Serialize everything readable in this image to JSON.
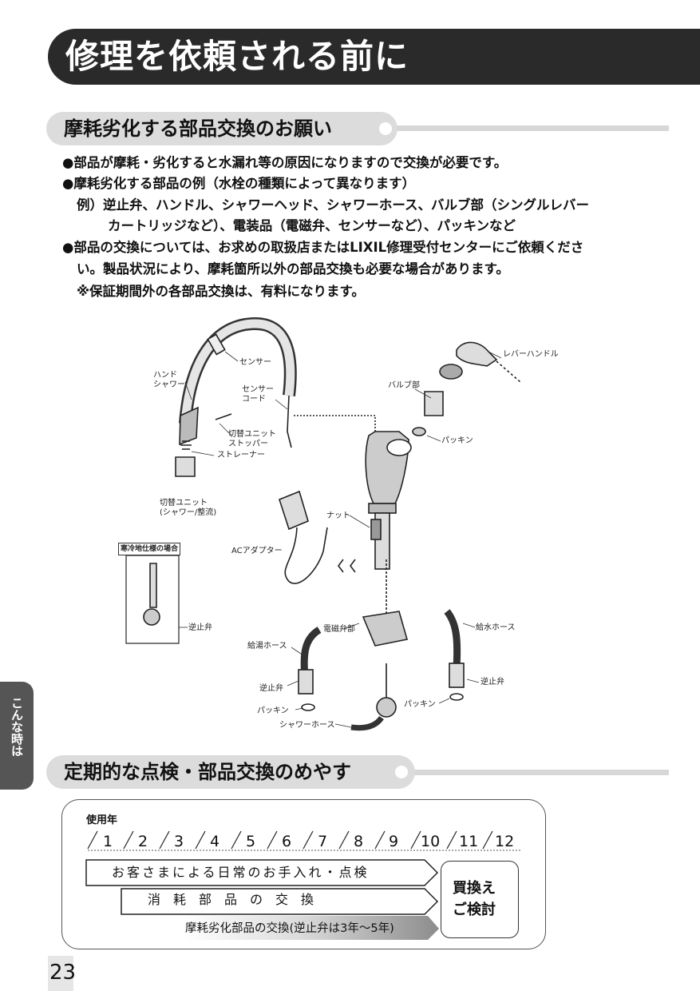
{
  "header": {
    "title": "修理を依頼される前に"
  },
  "section1": {
    "heading": "摩耗劣化する部品交換のお願い",
    "lines": [
      "●部品が摩耗・劣化すると水漏れ等の原因になりますので交換が必要です。",
      "●摩耗劣化する部品の例（水栓の種類によって異なります）",
      "例）逆止弁、ハンドル、シャワーヘッド、シャワーホース、バルブ部（シングルレバー",
      "カートリッジなど）、電装品（電磁弁、センサーなど）、パッキンなど",
      "●部品の交換については、お求めの取扱店またはLIXIL修理受付センターにご依頼くださ",
      "い。製品状況により、摩耗箇所以外の部品交換も必要な場合があります。",
      "※保証期間外の各部品交換は、有料になります。"
    ]
  },
  "diagram": {
    "labels": {
      "sensor": "センサー",
      "hand_shower": "ハンド\nシャワー",
      "sensor_cord": "センサー\nコード",
      "switch_stopper": "切替ユニット\nストッパー",
      "strainer": "ストレーナー",
      "switch_unit": "切替ユニット\n(シャワー/整流)",
      "lever_handle": "レバーハンドル",
      "valve": "バルブ部",
      "packing_top": "パッキン",
      "nut": "ナット",
      "ac_adapter": "ACアダプター",
      "cold_region": "寒冷地仕様の場合",
      "check_valve_cold": "逆止弁",
      "solenoid": "電磁弁部",
      "cold_hose": "給水ホース",
      "hot_hose": "給湯ホース",
      "check_valve_left": "逆止弁",
      "check_valve_right": "逆止弁",
      "packing_left": "パッキン",
      "packing_right": "パッキン",
      "shower_hose": "シャワーホース"
    }
  },
  "side_tab": {
    "label": "こんな時は"
  },
  "section2": {
    "heading": "定期的な点検・部品交換のめやす",
    "usage_label": "使用年",
    "years": [
      "1",
      "2",
      "3",
      "4",
      "5",
      "6",
      "7",
      "8",
      "9",
      "10",
      "11",
      "12"
    ],
    "bar_daily": "お客さまによる日常のお手入れ・点検",
    "bar_consumable": "消　耗　部　品　の　交　換",
    "bar_wear": "摩耗劣化部品の交換(逆止弁は3年〜5年)",
    "replace_line1": "買換え",
    "replace_line2": "ご検討"
  },
  "page_number": "23"
}
